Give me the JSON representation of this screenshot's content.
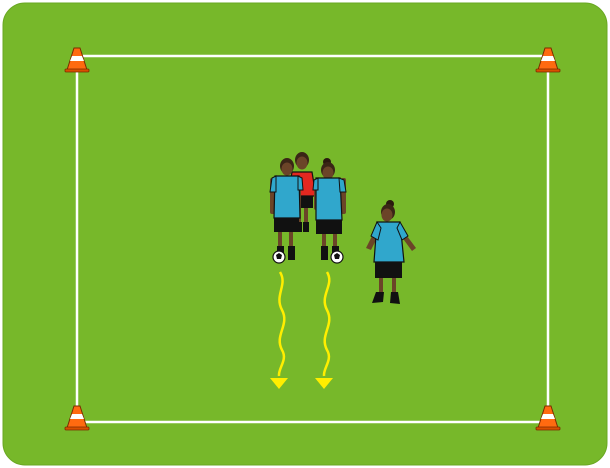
{
  "colors": {
    "background": "#ffffff",
    "pitch": "#77b82a",
    "pitch_border": "#5e9b1c",
    "lines": "#ffffff",
    "cone_orange": "#ff6a10",
    "cone_dark": "#d94f00",
    "team_shirt": "#30a7cc",
    "defender_shirt": "#e32820",
    "shorts": "#111111",
    "skin": "#6b4428",
    "dribble_path": "#ffee00"
  },
  "field": {
    "cones": [
      "cone-top-left",
      "cone-top-right",
      "cone-bottom-left",
      "cone-bottom-right"
    ]
  },
  "players": [
    {
      "id": "left-attacker",
      "role": "attacker-with-ball",
      "shirt": "blue"
    },
    {
      "id": "defender",
      "role": "defender",
      "shirt": "red"
    },
    {
      "id": "right-attacker",
      "role": "attacker-with-ball",
      "shirt": "blue"
    },
    {
      "id": "support-player",
      "role": "waiting-player",
      "shirt": "blue"
    }
  ],
  "balls": 2,
  "dribble_paths": 2
}
